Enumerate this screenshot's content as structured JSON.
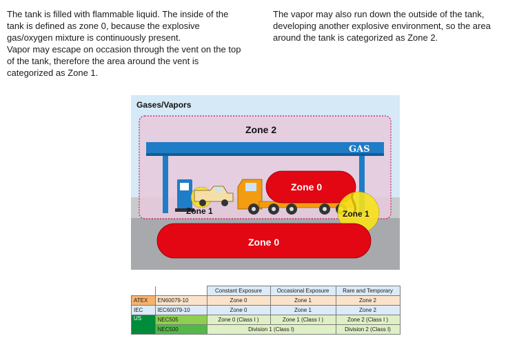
{
  "text_left": [
    "The tank is filled with flammable liquid. The inside of the",
    "tank is defined as zone 0, because the explosive",
    "gas/oxygen mixture is continuously present.",
    "Vapor may escape on occasion through the vent on the top",
    "of the tank, therefore the area around the vent is",
    "categorized as Zone 1."
  ],
  "text_right": [
    "The vapor may also run down the outside of the tank,",
    "developing another explosive environment, so the area",
    "around the tank is categorized as Zone 2."
  ],
  "diagram": {
    "heading": "Gases/Vapors",
    "zone2_label": "Zone 2",
    "canopy_sign": "GAS",
    "truck_tank_label": "Zone 0",
    "pump_zone_label": "Zone 1",
    "vent_zone_label": "Zone 1",
    "underground_tank_label": "Zone 0",
    "colors": {
      "sky": "#d6e9f7",
      "ground": "#a7a9ac",
      "zone2_fill": "#e6c9dc",
      "zone2_border": "#c2185b",
      "canopy": "#1f7cc7",
      "tank_red": "#e30613",
      "truck_cab": "#f39c12",
      "zone1_yellow": "#f7e21b"
    }
  },
  "table": {
    "headers": [
      "Constant Exposure",
      "Occasional Exposure",
      "Rare and Temporary"
    ],
    "rows": [
      {
        "group": "ATEX",
        "standard": "EN60079-10",
        "cells": [
          "Zone 0",
          "Zone 1",
          "Zone 2"
        ]
      },
      {
        "group": "IEC",
        "standard": "IEC60079-10",
        "cells": [
          "Zone 0",
          "Zone 1",
          "Zone 2"
        ]
      },
      {
        "group": "US",
        "standard": "NEC505",
        "cells": [
          "Zone 0 (Class I )",
          "Zone 1 (Class I )",
          "Zone 2 (Class I )"
        ]
      },
      {
        "group": "",
        "standard": "NEC500",
        "cells": [
          "Division 1 (Class I)",
          "Division 2 (Class I)"
        ]
      }
    ]
  }
}
